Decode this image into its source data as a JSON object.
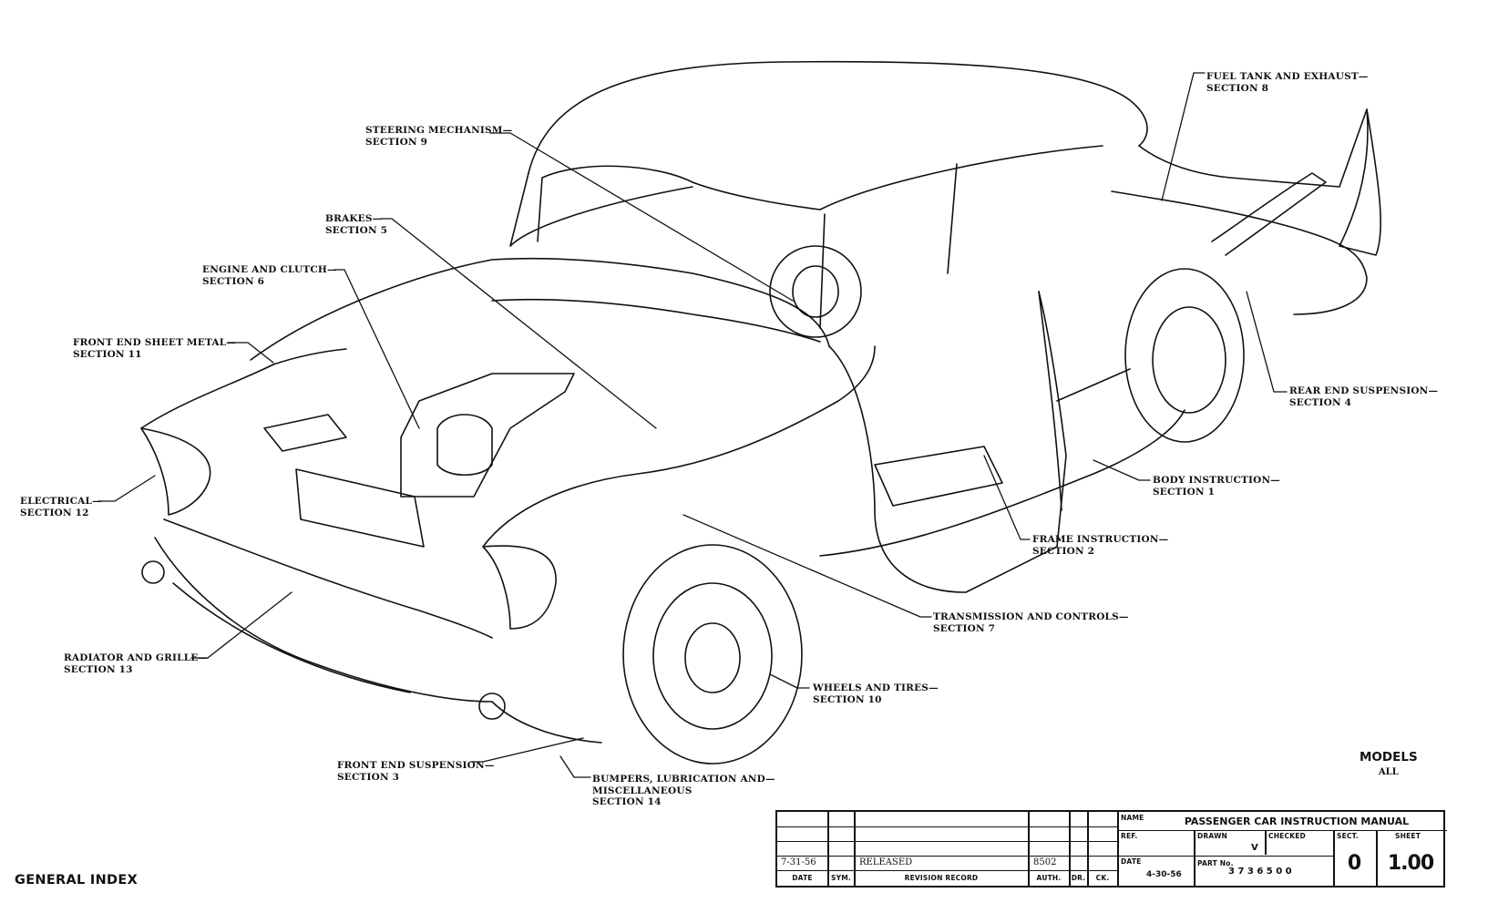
{
  "document": {
    "title": "GENERAL INDEX",
    "models_label": "MODELS",
    "models_value": "ALL"
  },
  "callouts": [
    {
      "id": "steering",
      "line1": "STEERING MECHANISM",
      "line2": "SECTION 9"
    },
    {
      "id": "fuel",
      "line1": "FUEL TANK AND EXHAUST",
      "line2": "SECTION 8"
    },
    {
      "id": "brakes",
      "line1": "BRAKES",
      "line2": "SECTION 5"
    },
    {
      "id": "engine",
      "line1": "ENGINE AND CLUTCH",
      "line2": "SECTION 6"
    },
    {
      "id": "front-sheet-metal",
      "line1": "FRONT END SHEET METAL",
      "line2": "SECTION 11"
    },
    {
      "id": "rear-suspension",
      "line1": "REAR END SUSPENSION",
      "line2": "SECTION 4"
    },
    {
      "id": "electrical",
      "line1": "ELECTRICAL",
      "line2": "SECTION 12"
    },
    {
      "id": "body",
      "line1": "BODY INSTRUCTION",
      "line2": "SECTION 1"
    },
    {
      "id": "frame",
      "line1": "FRAME INSTRUCTION",
      "line2": "SECTION 2"
    },
    {
      "id": "transmission",
      "line1": "TRANSMISSION AND CONTROLS",
      "line2": "SECTION 7"
    },
    {
      "id": "radiator",
      "line1": "RADIATOR AND GRILLE",
      "line2": "SECTION 13"
    },
    {
      "id": "wheels",
      "line1": "WHEELS AND TIRES",
      "line2": "SECTION 10"
    },
    {
      "id": "front-suspension",
      "line1": "FRONT END SUSPENSION",
      "line2": "SECTION 3"
    },
    {
      "id": "bumpers",
      "line1": "BUMPERS, LUBRICATION AND",
      "line2": "MISCELLANEOUS",
      "line3": "SECTION 14"
    }
  ],
  "title_block": {
    "name_label": "NAME",
    "name_value": "PASSENGER CAR INSTRUCTION MANUAL",
    "ref_label": "REF.",
    "drawn_label": "DRAWN",
    "drawn_value": "V",
    "checked_label": "CHECKED",
    "sect_label": "SECT.",
    "sect_value": "0",
    "sheet_label": "SHEET",
    "sheet_value": "1.00",
    "date_label": "DATE",
    "date_value": "4-30-56",
    "part_label": "PART No.",
    "part_value": "3 7 3 6 5 0 0",
    "revision": {
      "headers": [
        "DATE",
        "SYM.",
        "REVISION RECORD",
        "AUTH.",
        "DR.",
        "CK."
      ],
      "rows": [
        {
          "date": "7-31-56",
          "sym": "",
          "record": "RELEASED",
          "auth": "8502",
          "dr": "",
          "ck": ""
        }
      ]
    }
  }
}
